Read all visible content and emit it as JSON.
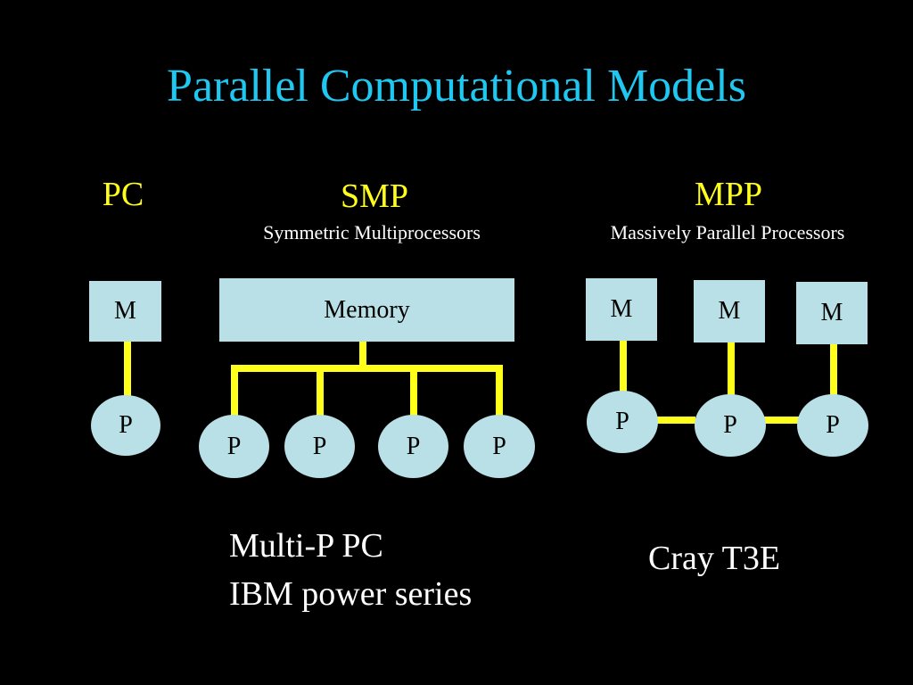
{
  "title": "Parallel Computational Models",
  "pc": {
    "heading": "PC",
    "memory": "M",
    "processor": "P"
  },
  "smp": {
    "heading": "SMP",
    "subtitle": "Symmetric Multiprocessors",
    "memory": "Memory",
    "processors": [
      "P",
      "P",
      "P",
      "P"
    ],
    "examples": [
      "Multi-P PC",
      "IBM power series"
    ]
  },
  "mpp": {
    "heading": "MPP",
    "subtitle": "Massively Parallel Processors",
    "memories": [
      "M",
      "M",
      "M"
    ],
    "processors": [
      "P",
      "P",
      "P"
    ],
    "example": "Cray T3E"
  },
  "colors": {
    "title": "#1ec8f0",
    "heading": "#ffff1a",
    "node_fill": "#b8e0e6",
    "connector": "#ffff1a",
    "background": "#000000"
  }
}
